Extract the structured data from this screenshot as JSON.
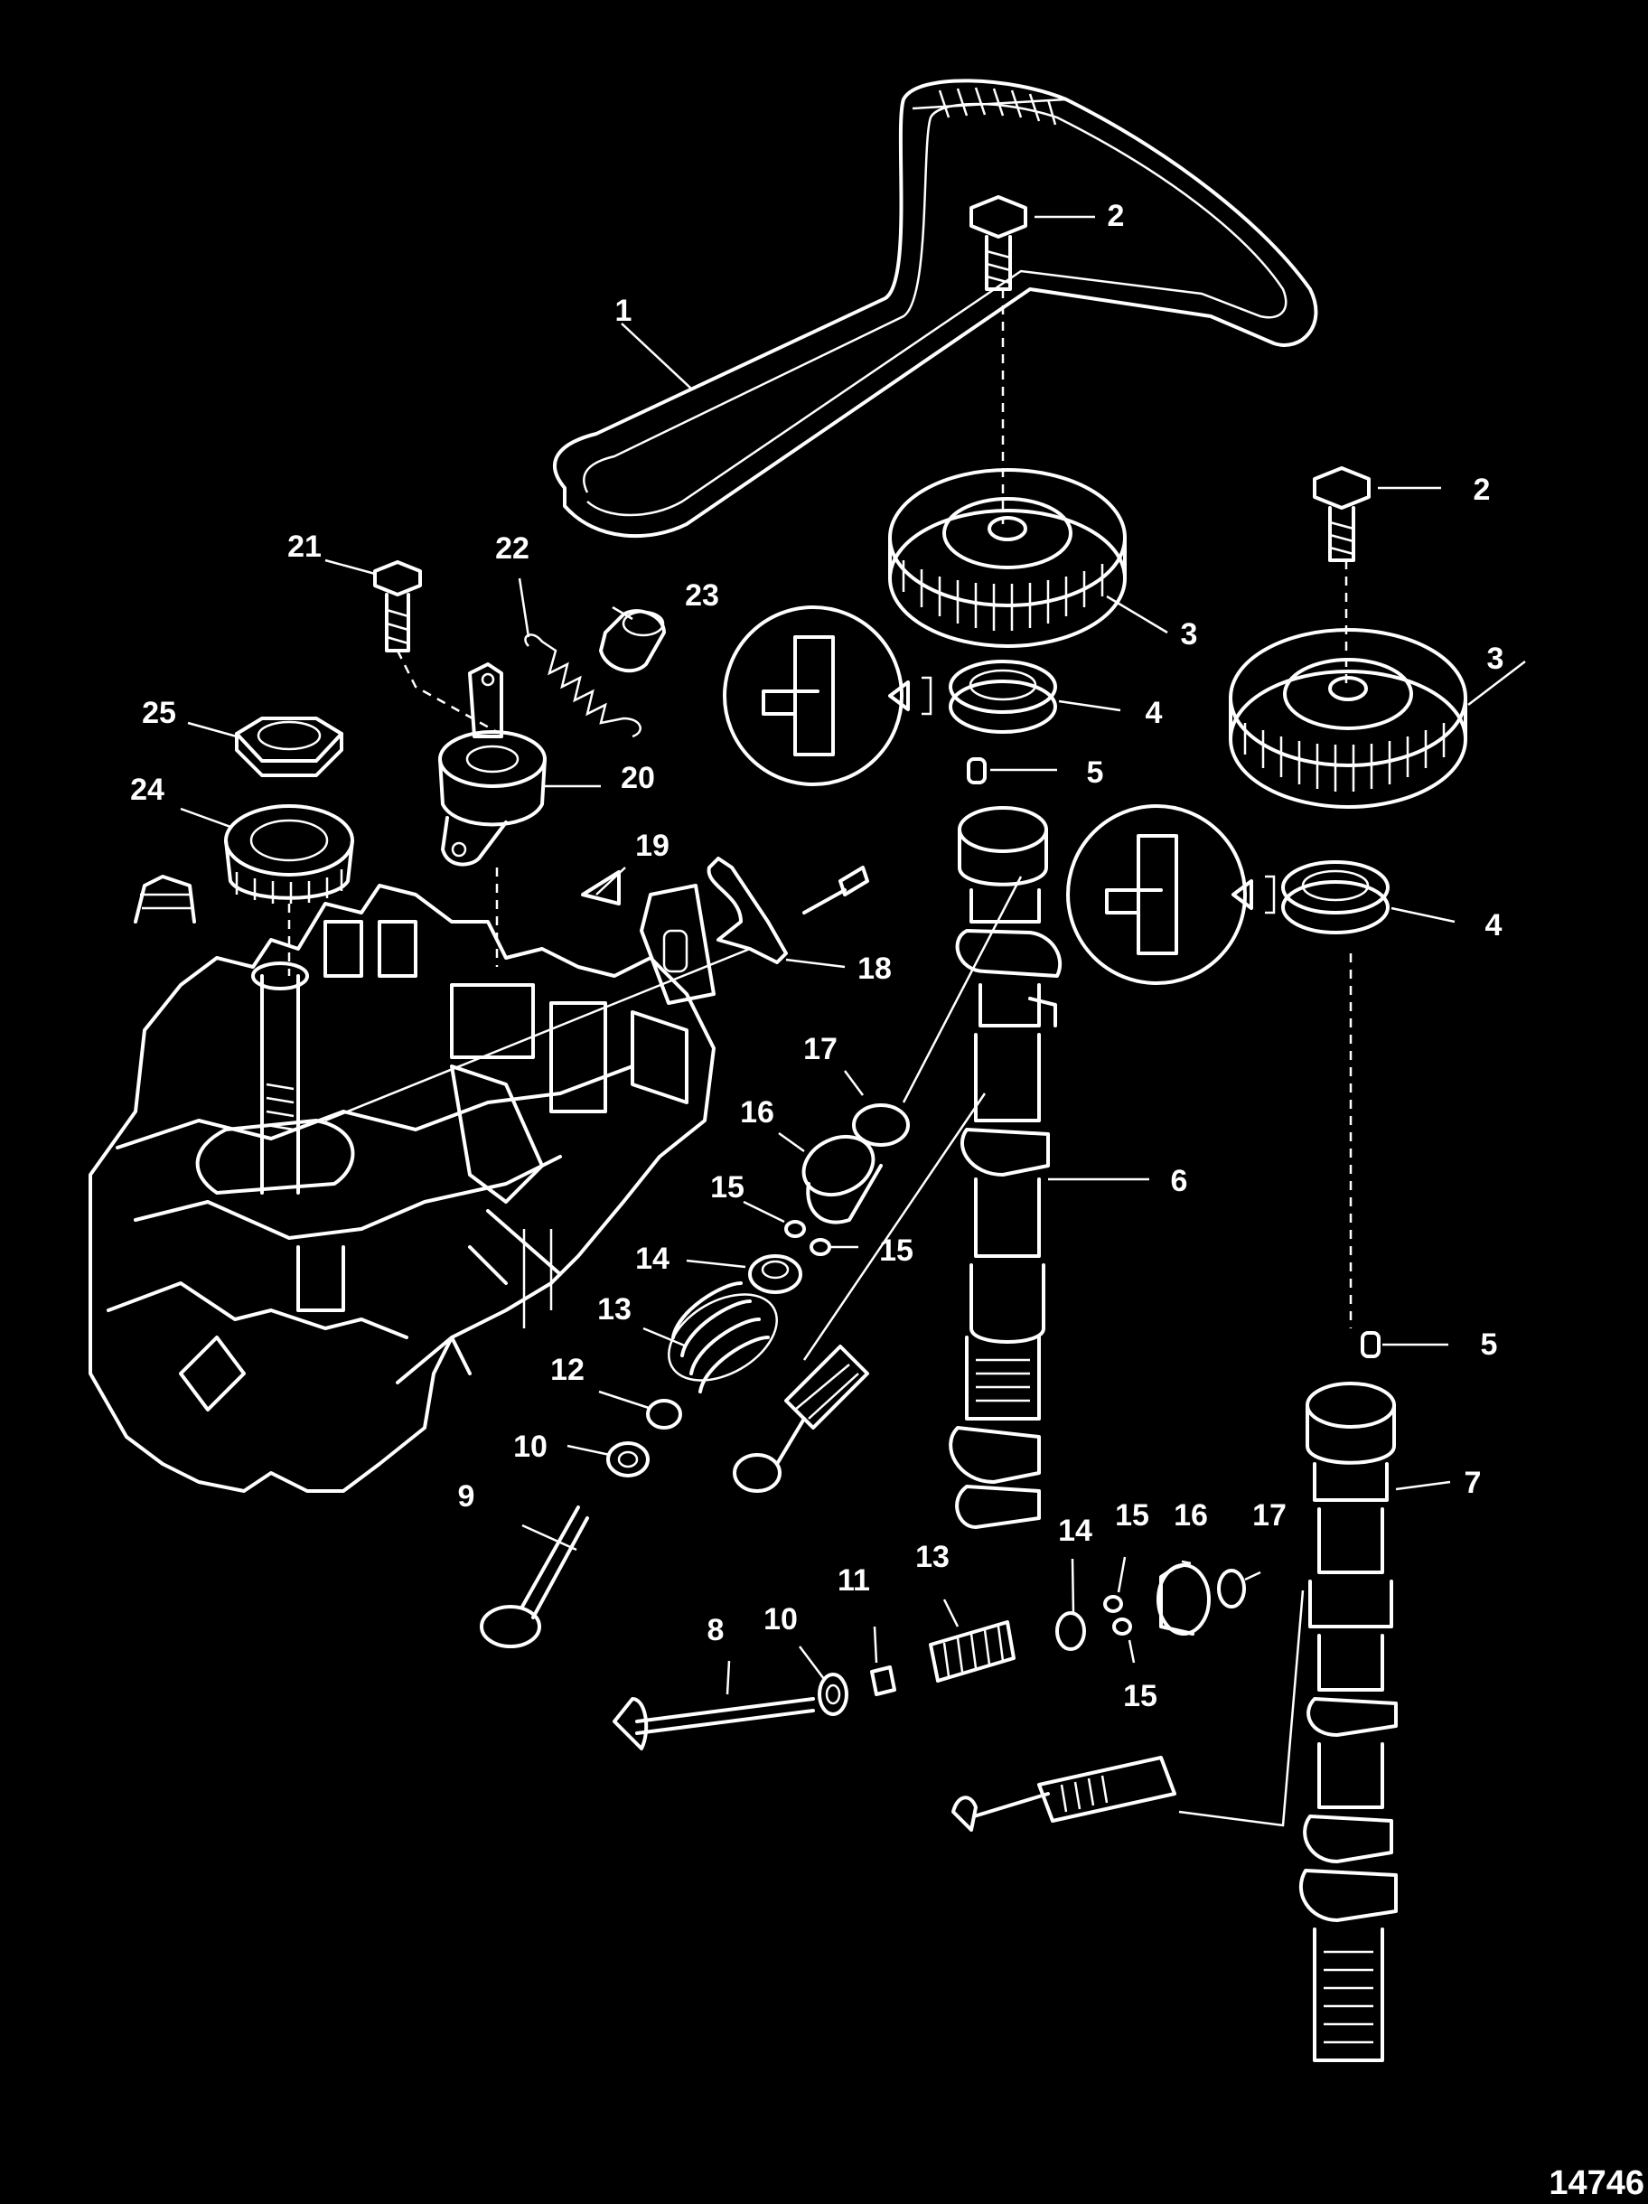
{
  "figure_number": "14746",
  "callouts": [
    {
      "label": "1"
    },
    {
      "label": "2"
    },
    {
      "label": "2"
    },
    {
      "label": "3"
    },
    {
      "label": "3"
    },
    {
      "label": "4"
    },
    {
      "label": "4"
    },
    {
      "label": "5"
    },
    {
      "label": "5"
    },
    {
      "label": "6"
    },
    {
      "label": "7"
    },
    {
      "label": "8"
    },
    {
      "label": "9"
    },
    {
      "label": "10"
    },
    {
      "label": "10"
    },
    {
      "label": "11"
    },
    {
      "label": "12"
    },
    {
      "label": "13"
    },
    {
      "label": "13"
    },
    {
      "label": "14"
    },
    {
      "label": "14"
    },
    {
      "label": "15"
    },
    {
      "label": "15"
    },
    {
      "label": "15"
    },
    {
      "label": "15"
    },
    {
      "label": "16"
    },
    {
      "label": "16"
    },
    {
      "label": "17"
    },
    {
      "label": "17"
    },
    {
      "label": "18"
    },
    {
      "label": "19"
    },
    {
      "label": "20"
    },
    {
      "label": "21"
    },
    {
      "label": "22"
    },
    {
      "label": "23"
    },
    {
      "label": "24"
    },
    {
      "label": "25"
    }
  ],
  "colors": {
    "background": "#000000",
    "line": "#ffffff"
  }
}
